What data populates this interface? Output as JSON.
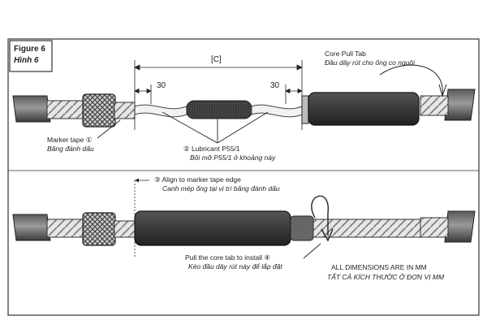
{
  "figure": {
    "title_en": "Figure 6",
    "title_vi": "Hình 6"
  },
  "dimensions": {
    "overall": "[C]",
    "left": "30",
    "right": "30"
  },
  "labels": {
    "core_pull_tab_en": "Core Pull Tab",
    "core_pull_tab_vi": "Đầu dây rút cho ống co nguội",
    "marker_tape_en": "Marker tape ①",
    "marker_tape_vi": "Băng đánh dấu",
    "lubricant_en": "② Lubricant P55/1",
    "lubricant_vi": "Bôi mỡ P55/1 ở khoảng này",
    "align_en": "③ Align to marker tape edge",
    "align_vi": "Canh mép ống tại vị trí băng đánh dấu",
    "pull_en": "Pull the core tab to install ④",
    "pull_vi": "Kéo đầu dây rút này để lắp đặt",
    "dims_note_en": "ALL DIMENSIONS ARE IN MM",
    "dims_note_vi": "TẤT CẢ KÍCH THƯỚC Ở ĐƠN VỊ MM"
  }
}
